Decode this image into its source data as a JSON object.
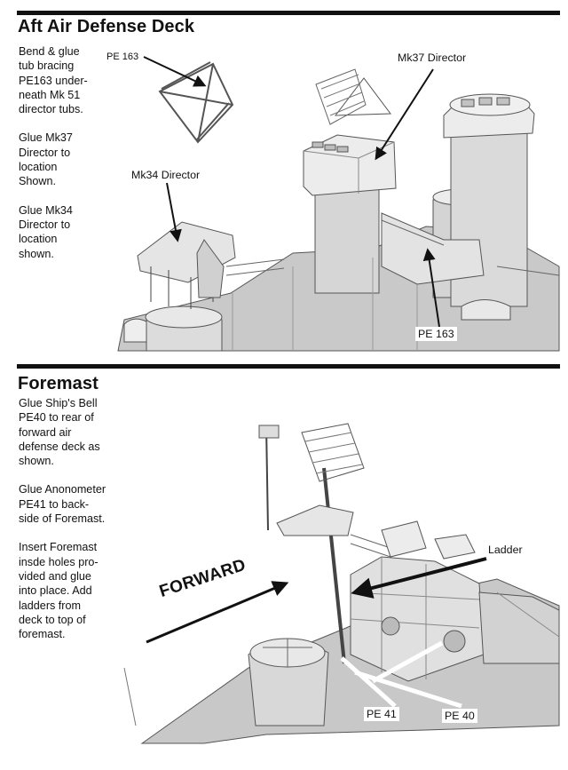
{
  "sections": [
    {
      "title": "Aft Air Defense Deck",
      "instructions": [
        "Bend & glue\ntub bracing\nPE163 under-\nneath Mk 51\ndirector tubs.",
        "Glue Mk37\nDirector to\nlocation\nShown.",
        "Glue Mk34\nDirector to\nlocation\nshown."
      ],
      "callouts": {
        "pe163_top": "PE 163",
        "mk37": "Mk37 Director",
        "mk34": "Mk34 Director",
        "pe163_bottom": "PE 163"
      }
    },
    {
      "title": "Foremast",
      "instructions": [
        "Glue Ship's Bell\nPE40 to rear of\nforward air\ndefense deck as\nshown.",
        "Glue Anonometer\nPE41 to back-\nside of Foremast.",
        "Insert Foremast\ninsde holes pro-\nvided and glue\ninto place. Add\nladders from\ndeck to top of\nforemast."
      ],
      "callouts": {
        "ladder": "Ladder",
        "forward": "FORWARD",
        "pe41": "PE 41",
        "pe40": "PE 40"
      }
    }
  ]
}
